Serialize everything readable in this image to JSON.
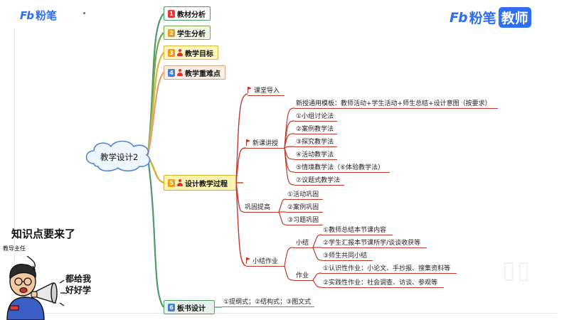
{
  "header": {
    "logo_left": {
      "mark": "Fb",
      "text": "粉笔"
    },
    "logo_right": {
      "mark": "Fb",
      "text": "粉笔",
      "badge": "教师"
    }
  },
  "mindmap": {
    "root": "教学设计2",
    "top_branches": [
      {
        "num": "1",
        "label": "教材分析",
        "num_color": "#e53935",
        "fill": "#ffffff",
        "stroke": "#4d9a6a"
      },
      {
        "num": "2",
        "label": "学生分析",
        "num_color": "#f39c12",
        "fill": "#f2f7e6",
        "stroke": "#7aa34d"
      },
      {
        "num": "3",
        "label": "教学目标",
        "num_color": "#f39c12",
        "fill": "#fff6c2",
        "stroke": "#d9b93a"
      },
      {
        "num": "4",
        "label": "教学重难点",
        "num_color": "#3f7fe0",
        "fill": "#fcefe6",
        "stroke": "#d9a27a"
      }
    ],
    "process": {
      "num": "5",
      "label": "设计教学过程",
      "num_color": "#f39c12",
      "fill": "#fff3b0",
      "stroke": "#d4b030",
      "intro": "课堂导入",
      "new_lesson": {
        "label": "新课讲授",
        "template": "新授通用模板：教师活动+学生活动+师生总结+设计意图（按要求）",
        "methods": [
          "①小组讨论法",
          "②案例教学法",
          "③探究教学法",
          "④活动教学法",
          "⑤情境教学法（⑥体验教学法）",
          "⑦议题式教学法"
        ]
      },
      "consolidate": {
        "label": "巩固提高",
        "items": [
          "①活动巩固",
          "②案例巩固",
          "③习题巩固"
        ]
      },
      "summary": {
        "label": "小结作业",
        "summary_group": {
          "label": "小结",
          "items": [
            "①教师总结本节课内容",
            "②学生汇报本节课所学/谈谈收获等",
            "③师生共同小结"
          ]
        },
        "homework_group": {
          "label": "作业",
          "items": [
            "①认识性作业：小论文、手抄报、搜集资料等",
            "②实践性作业：社会调查、访谈、参观等"
          ]
        }
      }
    },
    "board": {
      "num": "6",
      "label": "板书设计",
      "num_color": "#3f7fe0",
      "fill": "#e7f3ea",
      "stroke": "#4d9a6a",
      "text": "①提纲式；②结构式；③图文式"
    }
  },
  "cartoon": {
    "title": "知识点要来了",
    "role": "教导主任",
    "speech_line1": "都给我",
    "speech_line2": "好好学"
  }
}
